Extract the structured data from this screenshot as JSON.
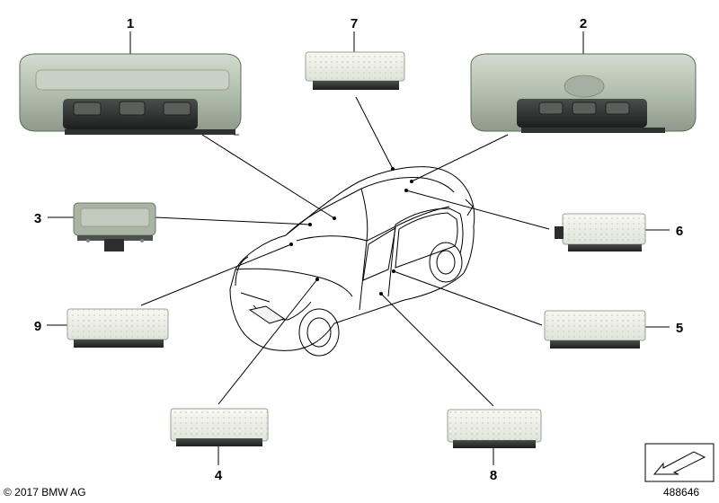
{
  "callouts": [
    {
      "id": "1",
      "label": "1"
    },
    {
      "id": "2",
      "label": "2"
    },
    {
      "id": "3",
      "label": "3"
    },
    {
      "id": "4",
      "label": "4"
    },
    {
      "id": "5",
      "label": "5"
    },
    {
      "id": "6",
      "label": "6"
    },
    {
      "id": "7",
      "label": "7"
    },
    {
      "id": "8",
      "label": "8"
    },
    {
      "id": "9",
      "label": "9"
    }
  ],
  "footer": {
    "copyright": "© 2017 BMW AG",
    "doc_number": "488646"
  },
  "colors": {
    "housing": "#b7c4b4",
    "housing_dark": "#6f7a6d",
    "lens": "#eef0ea",
    "switch_panel": "#3a3d3f",
    "leader": "#000000"
  },
  "icons": [
    "navigation-arrow-icon"
  ]
}
